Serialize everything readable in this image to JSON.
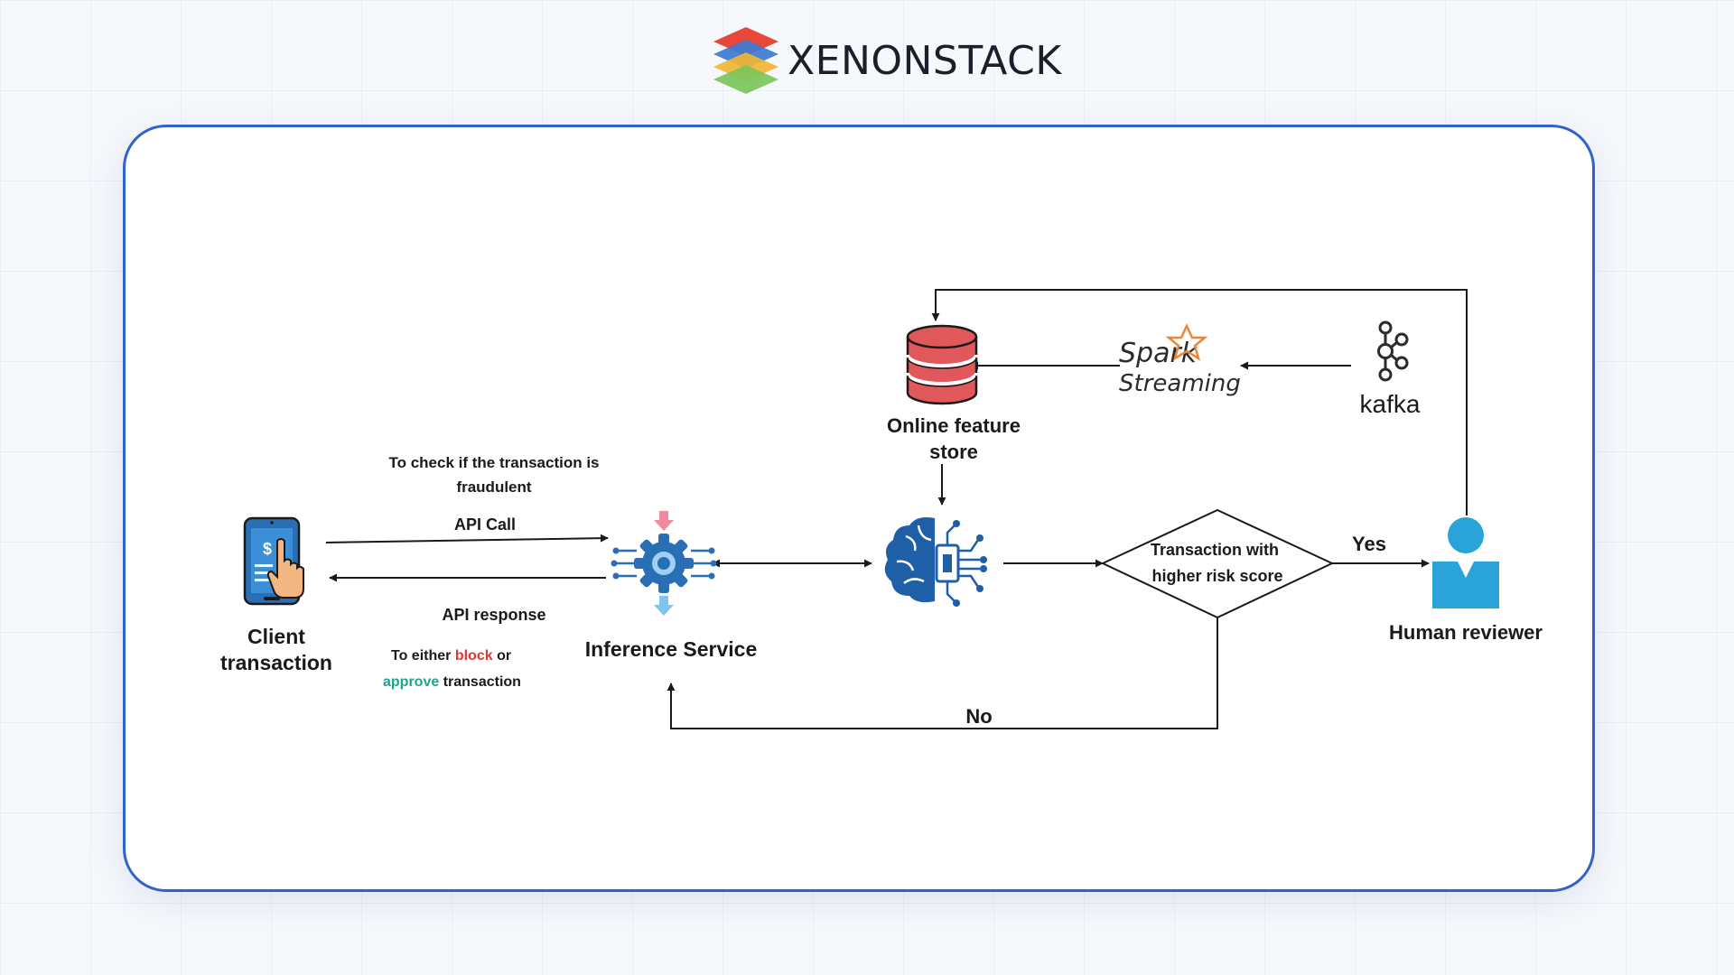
{
  "brand": {
    "name": "XENONSTACK"
  },
  "diagram": {
    "client_line1": "Client",
    "client_line2": "transaction",
    "check_line1": "To check if the transaction is",
    "check_line2": "fraudulent",
    "api_call": "API Call",
    "api_response": "API response",
    "either_prefix": "To either ",
    "either_block": "block",
    "either_or": " or",
    "either_approve": "approve",
    "either_suffix": " transaction",
    "inference": "Inference Service",
    "store_line1": "Online feature",
    "store_line2": "store",
    "spark_line1": "Spark",
    "spark_line2": "Streaming",
    "kafka": "kafka",
    "decision_line1": "Transaction with",
    "decision_line2": "higher risk score",
    "yes": "Yes",
    "no": "No",
    "reviewer": "Human reviewer"
  },
  "colors": {
    "block": "#d63a3a",
    "approve": "#1aa88a",
    "card_border": "#2f63c9",
    "db": "#e0585a",
    "icon_blue": "#2a6fb5",
    "reviewer": "#29a3d8"
  },
  "icons": [
    "xenonstack-logo-icon",
    "phone-payment-icon",
    "inference-gear-icon",
    "database-icon",
    "spark-logo-icon",
    "kafka-logo-icon",
    "ai-brain-icon",
    "human-reviewer-icon"
  ]
}
